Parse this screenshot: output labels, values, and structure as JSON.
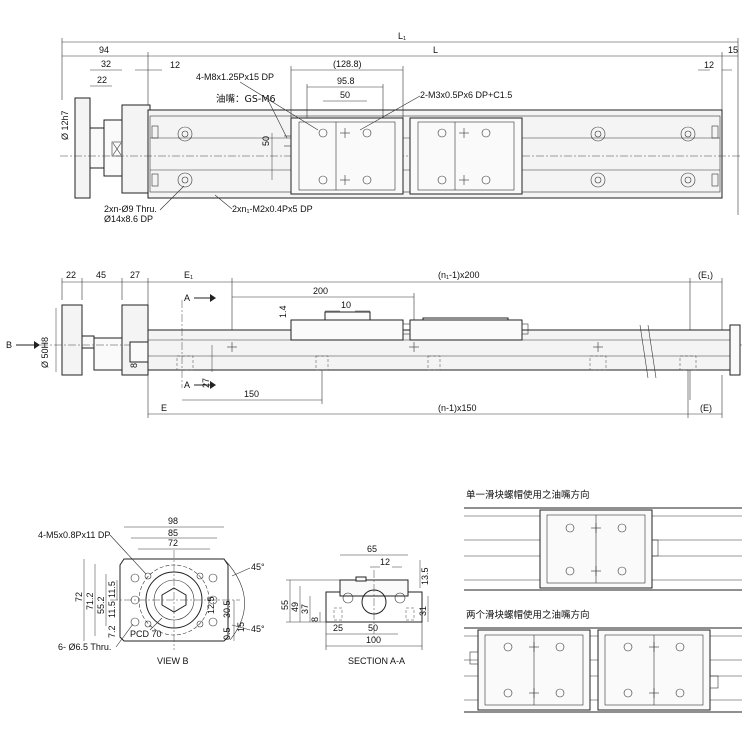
{
  "top_view": {
    "overall_length": "L₁",
    "stroke_length": "L",
    "dim_94": "94",
    "dim_15": "15",
    "dim_32": "32",
    "dim_12_left": "12",
    "dim_12_right": "12",
    "dim_22": "22",
    "dim_128_8": "(128.8)",
    "dim_95_8": "95.8",
    "dim_50": "50",
    "dim_50_vertical": "50",
    "shaft_dia": "Ø 12h7",
    "label_slider_holes": "4-M8x1.25Px15 DP",
    "label_grease": "油嘴：GS-M6",
    "label_m3": "2-M3x0.5Px6 DP+C1.5",
    "label_thru_1": "2xn-Ø9 Thru.",
    "label_thru_2": "Ø14x8.6 DP",
    "label_m2": "2xn₁-M2x0.4Px5 DP"
  },
  "side_view": {
    "dim_22": "22",
    "dim_45": "45",
    "dim_27": "27",
    "dim_e1": "E₁",
    "dim_n1_200": "(n₁-1)x200",
    "dim_e1_paren": "(E₁)",
    "dim_200": "200",
    "dim_10": "10",
    "dim_1_4": "1.4",
    "dim_50h8": "Ø 50H8",
    "dim_8": "8",
    "dim_27_vertical": "27",
    "dim_150": "150",
    "dim_e": "E",
    "dim_n_150": "(n-1)x150",
    "dim_e_paren": "(E)",
    "arrow_a_top": "A",
    "arrow_a_bottom": "A",
    "arrow_b": "B"
  },
  "view_b": {
    "label": "VIEW B",
    "label_m5": "4-M5x0.8Px11 DP",
    "label_thru": "6- Ø6.5 Thru.",
    "pcd": "PCD 70",
    "dim_98": "98",
    "dim_85": "85",
    "dim_72_top": "72",
    "dim_72_left": "72",
    "dim_71_2": "71.2",
    "dim_55_2": "55.2",
    "dim_11_5_a": "11.5",
    "dim_11_5_b": "11.5",
    "dim_7_2": "7.2",
    "dim_12_5": "12.5",
    "dim_30_5": "30.5",
    "dim_0_5": "0.5",
    "dim_15": "15",
    "angle_1": "45°",
    "angle_2": "45°"
  },
  "section_aa": {
    "label": "SECTION A-A",
    "dim_65": "65",
    "dim_12": "12",
    "dim_13_5": "13.5",
    "dim_55": "55",
    "dim_49": "49",
    "dim_37": "37",
    "dim_8": "8",
    "dim_31": "31",
    "dim_25": "25",
    "dim_50": "50",
    "dim_100": "100"
  },
  "grease_views": {
    "title_single": "单一滑块螺帽使用之油嘴方向",
    "title_double": "两个滑块螺帽使用之油嘴方向"
  }
}
